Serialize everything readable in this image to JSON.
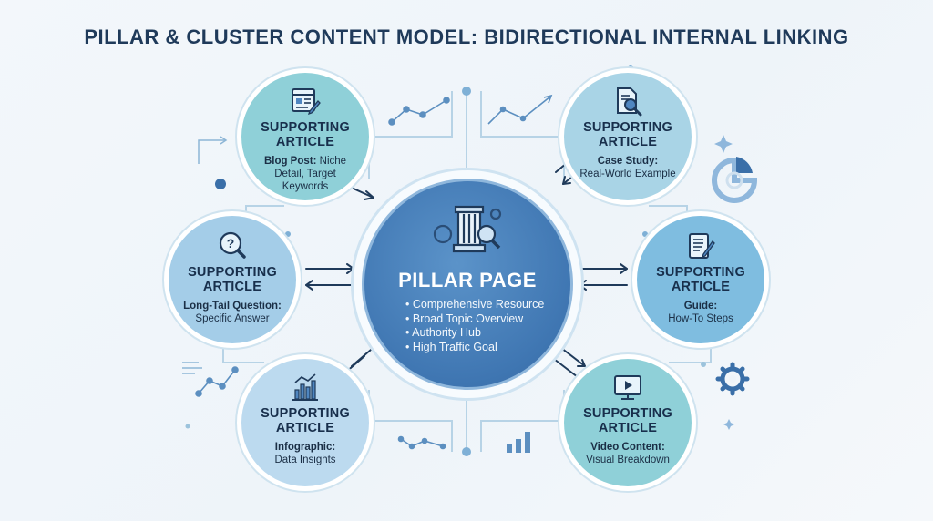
{
  "title": "PILLAR & CLUSTER CONTENT MODEL: BIDIRECTIONAL INTERNAL LINKING",
  "pillar": {
    "title": "PILLAR PAGE",
    "bullets": [
      "Comprehensive Resource",
      "Broad Topic Overview",
      "Authority Hub",
      "High Traffic Goal"
    ]
  },
  "articles": [
    {
      "heading_1": "SUPPORTING",
      "heading_2": "ARTICLE",
      "label_bold": "Blog Post:",
      "label_rest": "Niche",
      "line_2": "Detail, Target",
      "line_3": "Keywords",
      "icon": "blog-post-icon"
    },
    {
      "heading_1": "SUPPORTING",
      "heading_2": "ARTICLE",
      "label_bold": "Long-Tail Question:",
      "label_rest": "",
      "line_2": "Specific Answer",
      "line_3": "",
      "icon": "question-search-icon"
    },
    {
      "heading_1": "SUPPORTING",
      "heading_2": "ARTICLE",
      "label_bold": "Infographic:",
      "label_rest": "",
      "line_2": "Data Insights",
      "line_3": "",
      "icon": "bar-chart-icon"
    },
    {
      "heading_1": "SUPPORTING",
      "heading_2": "ARTICLE",
      "label_bold": "Case Study:",
      "label_rest": "",
      "line_2": "Real-World Example",
      "line_3": "",
      "icon": "document-magnifier-icon"
    },
    {
      "heading_1": "SUPPORTING",
      "heading_2": "ARTICLE",
      "label_bold": "Guide:",
      "label_rest": "",
      "line_2": "How-To Steps",
      "line_3": "",
      "icon": "guide-document-icon"
    },
    {
      "heading_1": "SUPPORTING",
      "heading_2": "ARTICLE",
      "label_bold": "Video Content:",
      "label_rest": "",
      "line_2": "Visual Breakdown",
      "line_3": "",
      "icon": "video-play-icon"
    }
  ],
  "colors": {
    "pillar": "#3f76b2",
    "teal_node": "#7fc9d3",
    "blue_node": "#a9cde6",
    "line": "#9cc3dc",
    "arrow": "#1f3a5a"
  }
}
